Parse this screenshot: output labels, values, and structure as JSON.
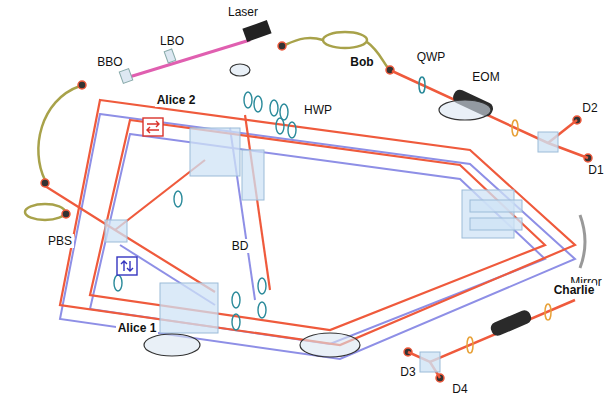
{
  "diagram": {
    "labels": [
      "Laser",
      "LBO",
      "BBO",
      "Bob",
      "QWP",
      "EOM",
      "D2",
      "Alice 2",
      "D1",
      "HWP",
      "PBS",
      "BD",
      "Mirror",
      "Alice 1",
      "Charlie",
      "D3",
      "D4"
    ]
  }
}
